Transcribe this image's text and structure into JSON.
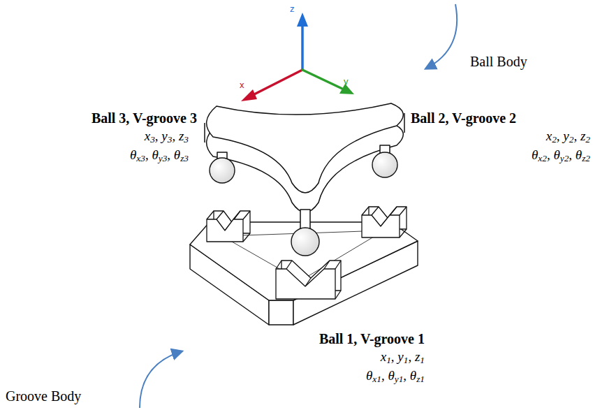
{
  "diagram": {
    "labels": [
      "z",
      "x",
      "y",
      "Ball Body",
      "Ball 3, V-groove 3",
      "x3, y3, z3",
      "θx3, θy3, θz3",
      "Ball 2, V-groove 2",
      "x2, y2, z2",
      "θx2, θy2, θz2",
      "Ball 1, V-groove 1",
      "x1, y1, z1",
      "θx1, θy1, θz1",
      "Groove Body"
    ]
  }
}
